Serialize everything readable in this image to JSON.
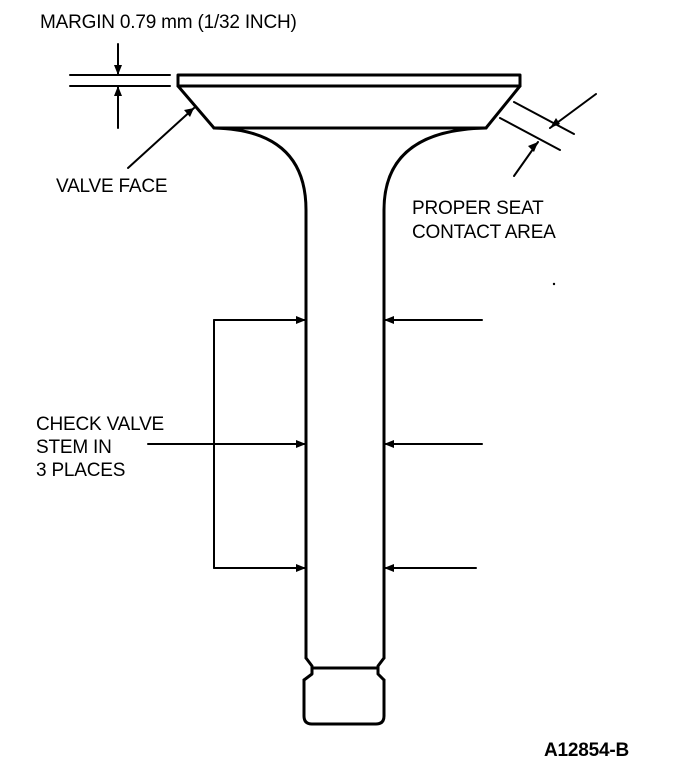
{
  "labels": {
    "margin": "MARGIN 0.79 mm (1/32 INCH)",
    "valve_face": "VALVE FACE",
    "proper_seat_line1": "PROPER SEAT",
    "proper_seat_line2": "CONTACT AREA",
    "check_stem_line1": "CHECK VALVE",
    "check_stem_line2": "STEM IN",
    "check_stem_line3": "3 PLACES",
    "figure_id": "A12854-B"
  },
  "colors": {
    "ink": "#000000",
    "paper": "#ffffff"
  }
}
